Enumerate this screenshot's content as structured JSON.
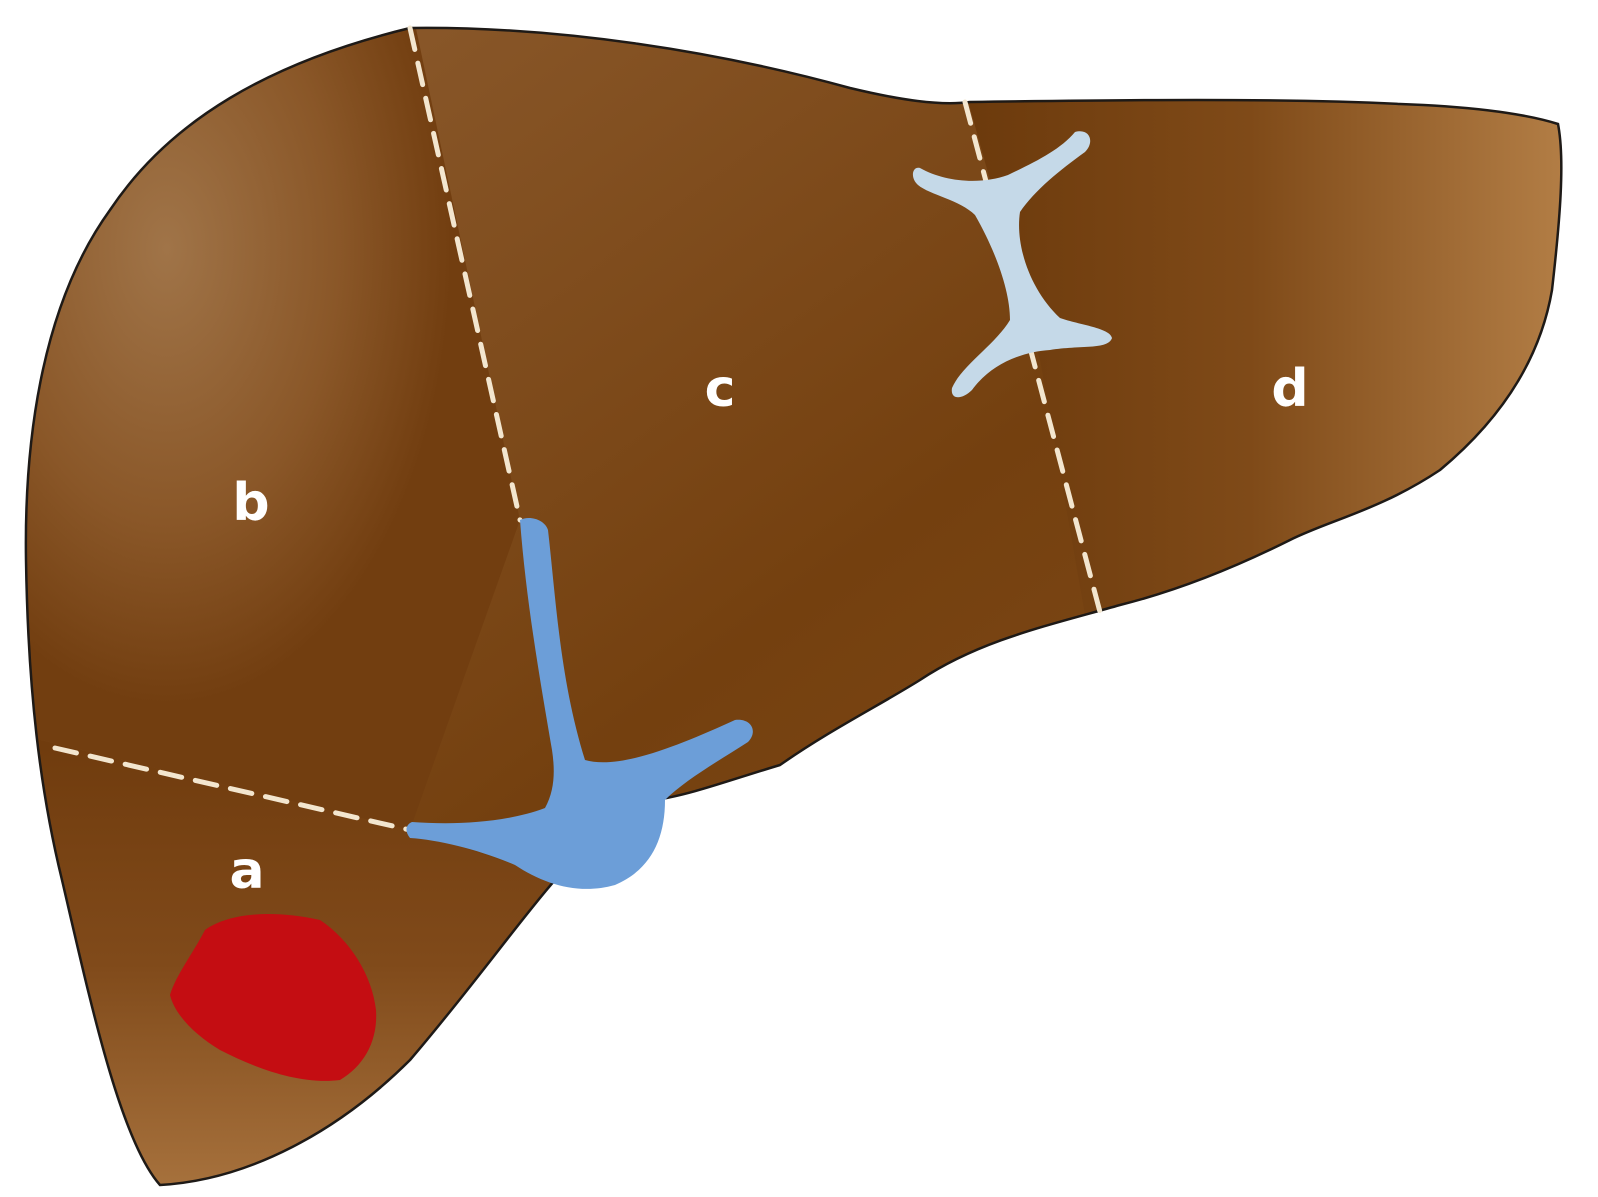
{
  "diagram": {
    "segments": [
      {
        "id": "a",
        "label": "a"
      },
      {
        "id": "b",
        "label": "b"
      },
      {
        "id": "c",
        "label": "c"
      },
      {
        "id": "d",
        "label": "d"
      }
    ],
    "colors": {
      "liver_dark": "#6e3a0c",
      "liver_mid": "#8a5222",
      "liver_light": "#b07a44",
      "lesion": "#c40d12",
      "vein_blue": "#6c9ed8",
      "ligament_blue": "#c5d9e8",
      "divider_line": "#f3e6cf",
      "label_text": "#ffffff",
      "outline": "#1e1a17"
    }
  }
}
